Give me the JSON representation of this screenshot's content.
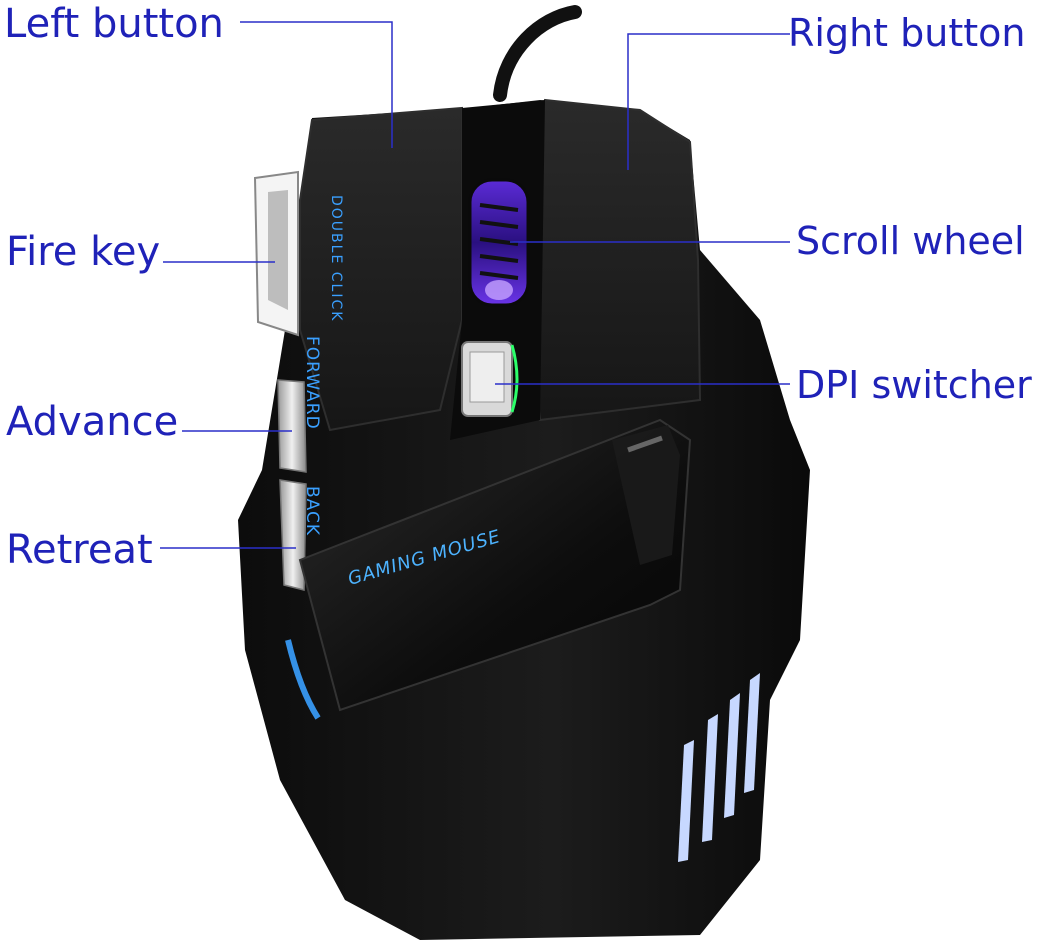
{
  "colors": {
    "label_text": "#1f22b8",
    "leader_line": "#2a2fc9",
    "mouse_body": "#141414",
    "accent_glow": "#3aa0ff"
  },
  "labels": {
    "left_button": "Left button",
    "right_button": "Right button",
    "fire_key": "Fire key",
    "scroll_wheel": "Scroll wheel",
    "dpi_switcher": "DPI switcher",
    "advance": "Advance",
    "retreat": "Retreat"
  },
  "mouse_print": {
    "double_click": "DOUBLE CLICK",
    "forward": "FORWARD",
    "back": "BACK",
    "gaming_mouse": "GAMING MOUSE"
  }
}
